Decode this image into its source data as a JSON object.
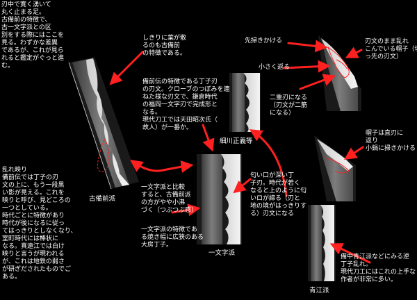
{
  "captions": {
    "blade1": "古備前派",
    "blade2": "一文字派",
    "blade3": "細川正義等",
    "blade4": "青江派"
  },
  "annotations": {
    "top_left": "刃中で寛く湧いて\n丸く止まる足。\n古備前の特徴で、\n古一文字派との区\n別をする際にはここを\n見る。わずかな差異\nであるが、これが見ら\nれると鑑定がぐっと進\nむ。",
    "leaf": "しきりに葉が散\nるのも古備前\nの特徴である。",
    "choji": "備前伝の特徴である丁子刃\nの刃文。クローブのつぼみを連\nねた様な刃文で、鎌倉時代\nの福岡一文字刃で完成形と\nなる。\n現代刀工では天田昭次氏（\n故人）が一番か。",
    "midare": "乱れ映り\n備前伝では丁子の刃\n文の上に、もう一段黒\nい影が見える。これを\n映りと呼び、見どころの\n一つとしている。\n時代ごとに特徴があり\n時代が後になるに従っ\nてはっきりとしなくなり、\n室町時代には棒状に\nなる。真遠江では白け\n映りと言うが現われる\nが、これは地鉄の弱さ\nが研ぎだされたものでご\nある。",
    "ichimonji_compare": "一文字派と比較\nすると、古備前派\nの方がやや小沸\nづく（つぶつぶ感）",
    "ichimonji_feature": "一文字派の特徴であ\nる焼き幅に広狭のある\n大房丁子。",
    "deep": "匂い口が深い丁\n子刃。時代が若く\nなると上のように匂\nいロが締る（刃と\n地の境がはっきりす\nる）刃文になる",
    "sakibaki": "先掃きかける",
    "komaru": "小さく返る",
    "nijyu": "二重刃になる\n（刃文が二筋\nになる）",
    "midarekomi": "刃文のまま乱れ\nこんでいる帽子（切\nっ先の刃文）",
    "boshi": "帽子は直刃に\n返り\n小鍋に掃きかける",
    "aoe": "備中青江派などにみる逆\n丁子乱れ。\n現代刀工にはこれの上手な\n作者が非常に多い。"
  },
  "colors": {
    "arrow": "#ff2020",
    "text": "#ffffff",
    "background": "#000000"
  }
}
